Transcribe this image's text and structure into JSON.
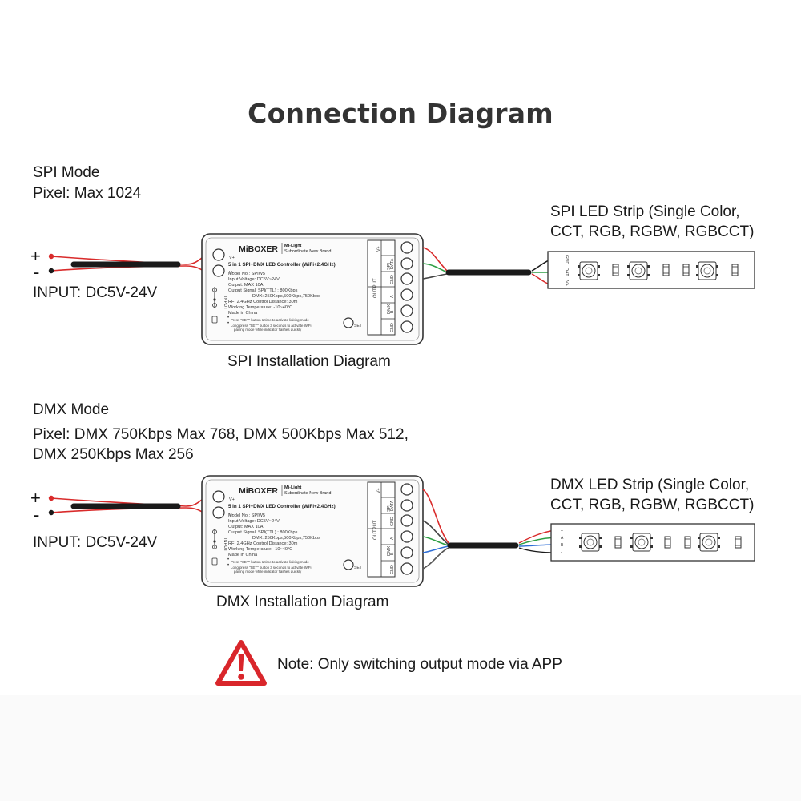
{
  "title": "Connection Diagram",
  "spi": {
    "mode_label": "SPI Mode",
    "pixel_label": "Pixel: Max 1024",
    "plus": "+",
    "minus": "-",
    "input_label": "INPUT: DC5V-24V",
    "strip_label_line1": "SPI LED Strip (Single Color,",
    "strip_label_line2": "CCT, RGB, RGBW, RGBCCT)",
    "caption": "SPI Installation Diagram",
    "strip_pins": [
      "GND",
      "DAT",
      "V+"
    ]
  },
  "dmx": {
    "mode_label": "DMX Mode",
    "pixel_line1": "Pixel: DMX 750Kbps Max 768, DMX 500Kbps Max 512,",
    "pixel_line2": "DMX 250Kbps Max 256",
    "plus": "+",
    "minus": "-",
    "input_label": "INPUT: DC5V-24V",
    "strip_label_line1": "DMX LED Strip (Single Color,",
    "strip_label_line2": "CCT, RGB, RGBW, RGBCCT)",
    "caption": "DMX Installation Diagram"
  },
  "controller": {
    "brand": "MiBOXER",
    "sub_brand_1": "Mi-Light",
    "sub_brand_2": "Subordinate New Brand",
    "product": "5 in 1 SPI+DMX LED Controller (WiFi+2.4GHz)",
    "specs": [
      "Model No.: SPIW5",
      "Input Voltage: DC5V~24V",
      "Output: MAX 10A",
      "Output Signal: SPI(TTL) : 800Kbps",
      "DMX: 250Kbps,500Kbps,750Kbps",
      "RF: 2.4GHz  Control Distance: 30m",
      "Working Temperature: -10~40°C",
      "Made in China"
    ],
    "notes": [
      "Press \"SET\" button 1 time to activate linking mode",
      "Long press \"SET\" button 3 seconds to activate WiFi",
      "pairing mode while indicator flashes quickly"
    ],
    "set_label": "SET",
    "input_label": "INPUT",
    "vplus": "V+",
    "vminus": "V-",
    "output_label": "OUTPUT",
    "spi_group": "SPI",
    "dmx_group": "DMX",
    "terminals": [
      "V+",
      "DATA",
      "GND",
      "A",
      "B",
      "GND"
    ]
  },
  "note": {
    "text": "Note: Only switching output mode via APP",
    "icon": "warning-triangle-icon"
  },
  "colors": {
    "warning": "#d9262b",
    "wire_red": "#d92b2b",
    "wire_green": "#2e9e44",
    "wire_blue": "#2f6fd6",
    "cable": "#1a1a1a"
  }
}
